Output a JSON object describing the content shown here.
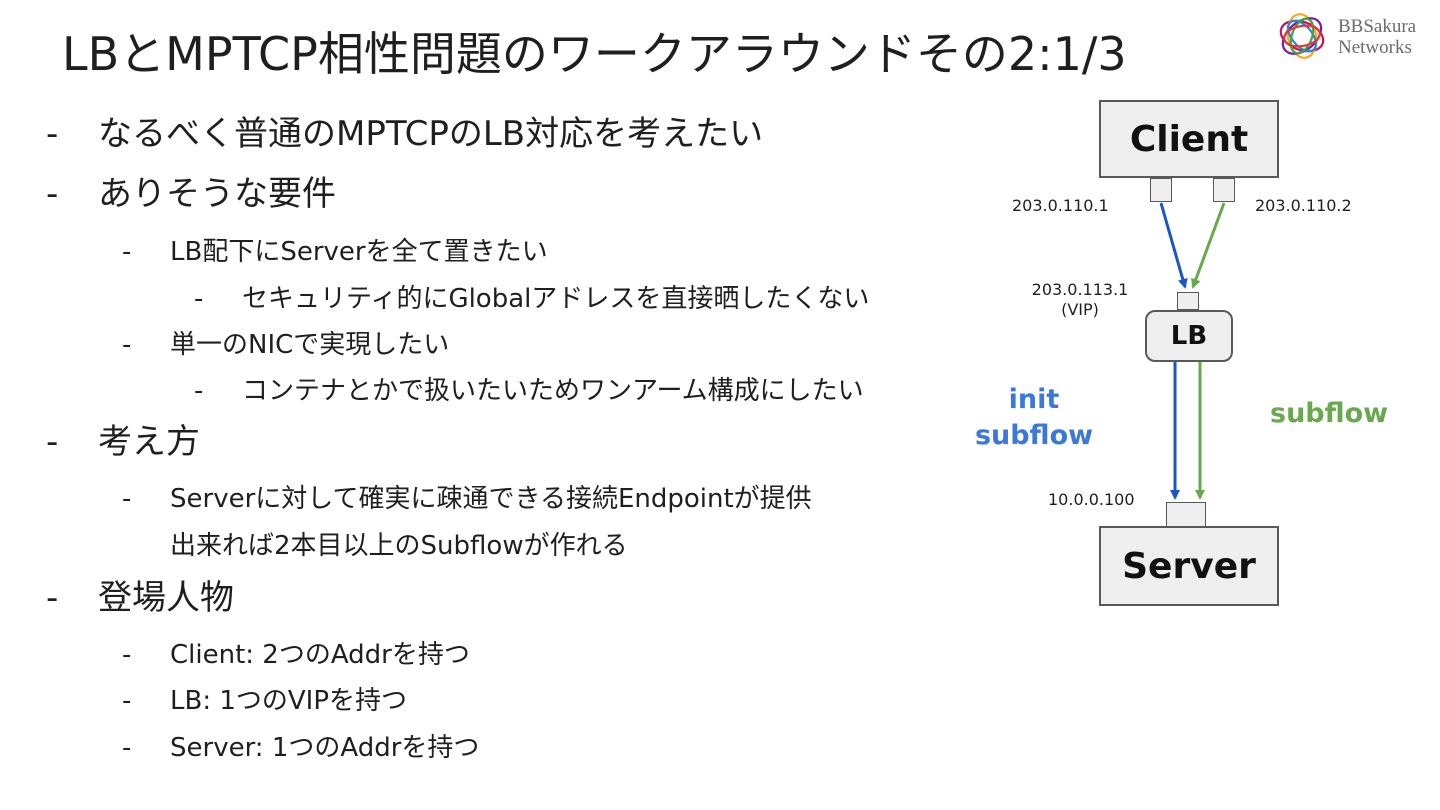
{
  "title": "LBとMPTCP相性問題のワークアラウンドその2:1/3",
  "logo": {
    "line1": "BBSakura",
    "line2": "Networks"
  },
  "dash": "-",
  "bullets": {
    "b1": "なるべく普通のMPTCPのLB対応を考えたい",
    "b2": "ありそうな要件",
    "b2_1": "LB配下にServerを全て置きたい",
    "b2_1_1": "セキュリティ的にGlobalアドレスを直接晒したくない",
    "b2_2": "単一のNICで実現したい",
    "b2_2_1": "コンテナとかで扱いたいためワンアーム構成にしたい",
    "b3": "考え方",
    "b3_1": "Serverに対して確実に疎通できる接続Endpointが提供",
    "b3_1_cont": "出来れば2本目以上のSubflowが作れる",
    "b4": "登場人物",
    "b4_1": "Client: 2つのAddrを持つ",
    "b4_2": "LB: 1つのVIPを持つ",
    "b4_3": "Server: 1つのAddrを持つ"
  },
  "diagram": {
    "client": "Client",
    "lb": "LB",
    "server": "Server",
    "ip_client_1": "203.0.110.1",
    "ip_client_2": "203.0.110.2",
    "ip_vip": "203.0.113.1",
    "ip_vip_note": "(VIP)",
    "ip_server": "10.0.0.100",
    "init_label_1": "init",
    "init_label_2": "subflow",
    "subflow_label": "subflow",
    "colors": {
      "init": "#1a56c8",
      "subflow": "#6aa84f",
      "init_text": "#3c78d8",
      "box_border": "#595959"
    }
  }
}
